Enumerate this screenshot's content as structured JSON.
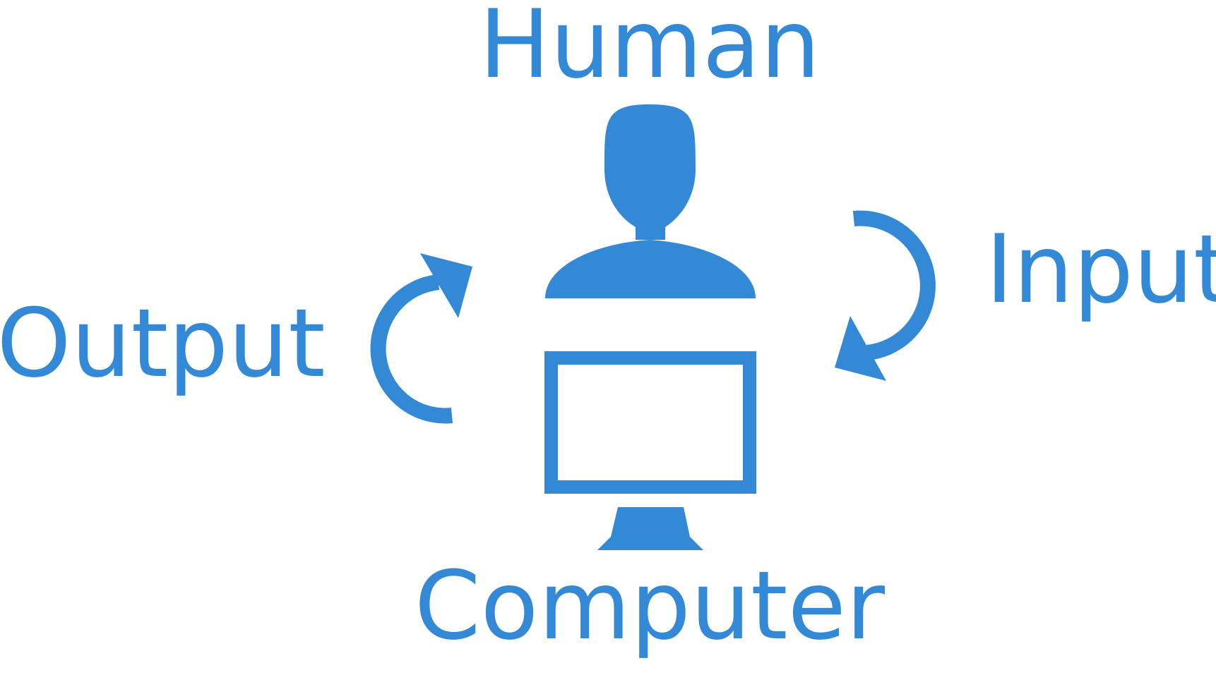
{
  "labels": {
    "human": "Human",
    "input": "Input",
    "output": "Output",
    "computer": "Computer"
  },
  "colors": {
    "primary": "#3489d6",
    "background": "#ffffff"
  },
  "icons": {
    "human": "person-bust-icon",
    "computer": "monitor-icon",
    "input": "clockwise-arrow-icon",
    "output": "counterclockwise-arrow-icon"
  }
}
